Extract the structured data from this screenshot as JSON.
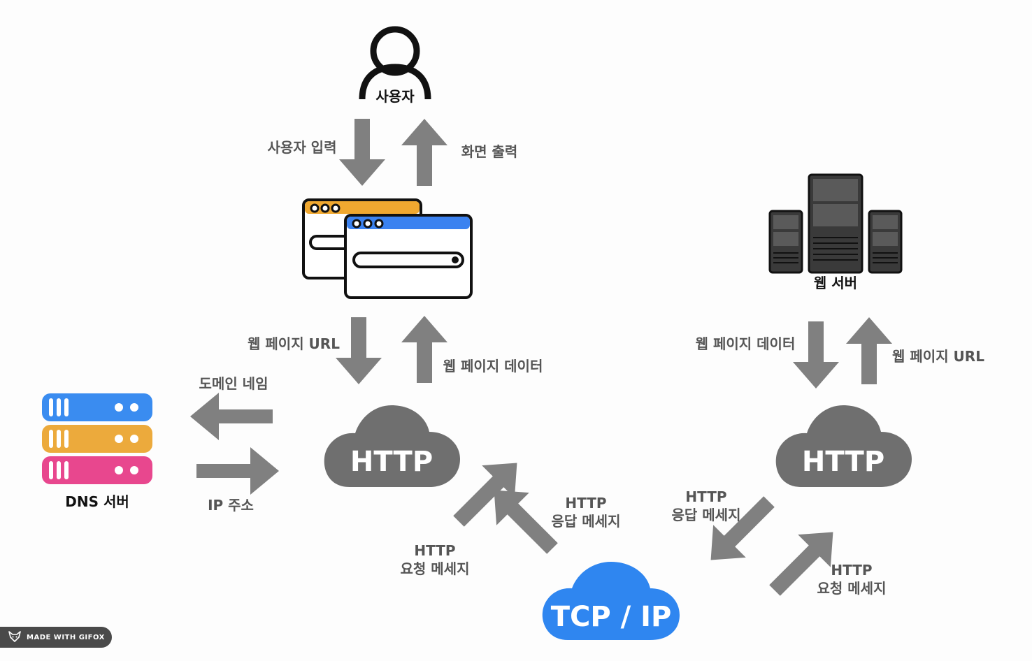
{
  "labels": {
    "user": "사용자",
    "user_input": "사용자 입력",
    "screen_output": "화면 출력",
    "webpage_url_left": "웹 페이지 URL",
    "webpage_data_left": "웹 페이지 데이터",
    "domain_name": "도메인 네임",
    "ip_address": "IP 주소",
    "dns_server": "DNS 서버",
    "http_left": "HTTP",
    "http_response_left_1": "HTTP",
    "http_response_left_2": "응답 메세지",
    "http_request_left_1": "HTTP",
    "http_request_left_2": "요청 메세지",
    "tcp_ip": "TCP / IP",
    "web_server": "웹 서버",
    "webpage_data_right": "웹 페이지 데이터",
    "webpage_url_right": "웹 페이지 URL",
    "http_right": "HTTP",
    "http_response_right_1": "HTTP",
    "http_response_right_2": "응답 메세지",
    "http_request_right_1": "HTTP",
    "http_request_right_2": "요청 메세지"
  },
  "watermark": "MADE WITH GIFOX",
  "colors": {
    "arrow": "#808080",
    "cloud_http": "#6f6f6f",
    "cloud_tcp": "#2f86f0",
    "dns_blue": "#3a8cf0",
    "dns_orange": "#ecaa3c",
    "dns_pink": "#e8478e",
    "browser_orange": "#f0a830",
    "browser_blue": "#3b82f0"
  }
}
